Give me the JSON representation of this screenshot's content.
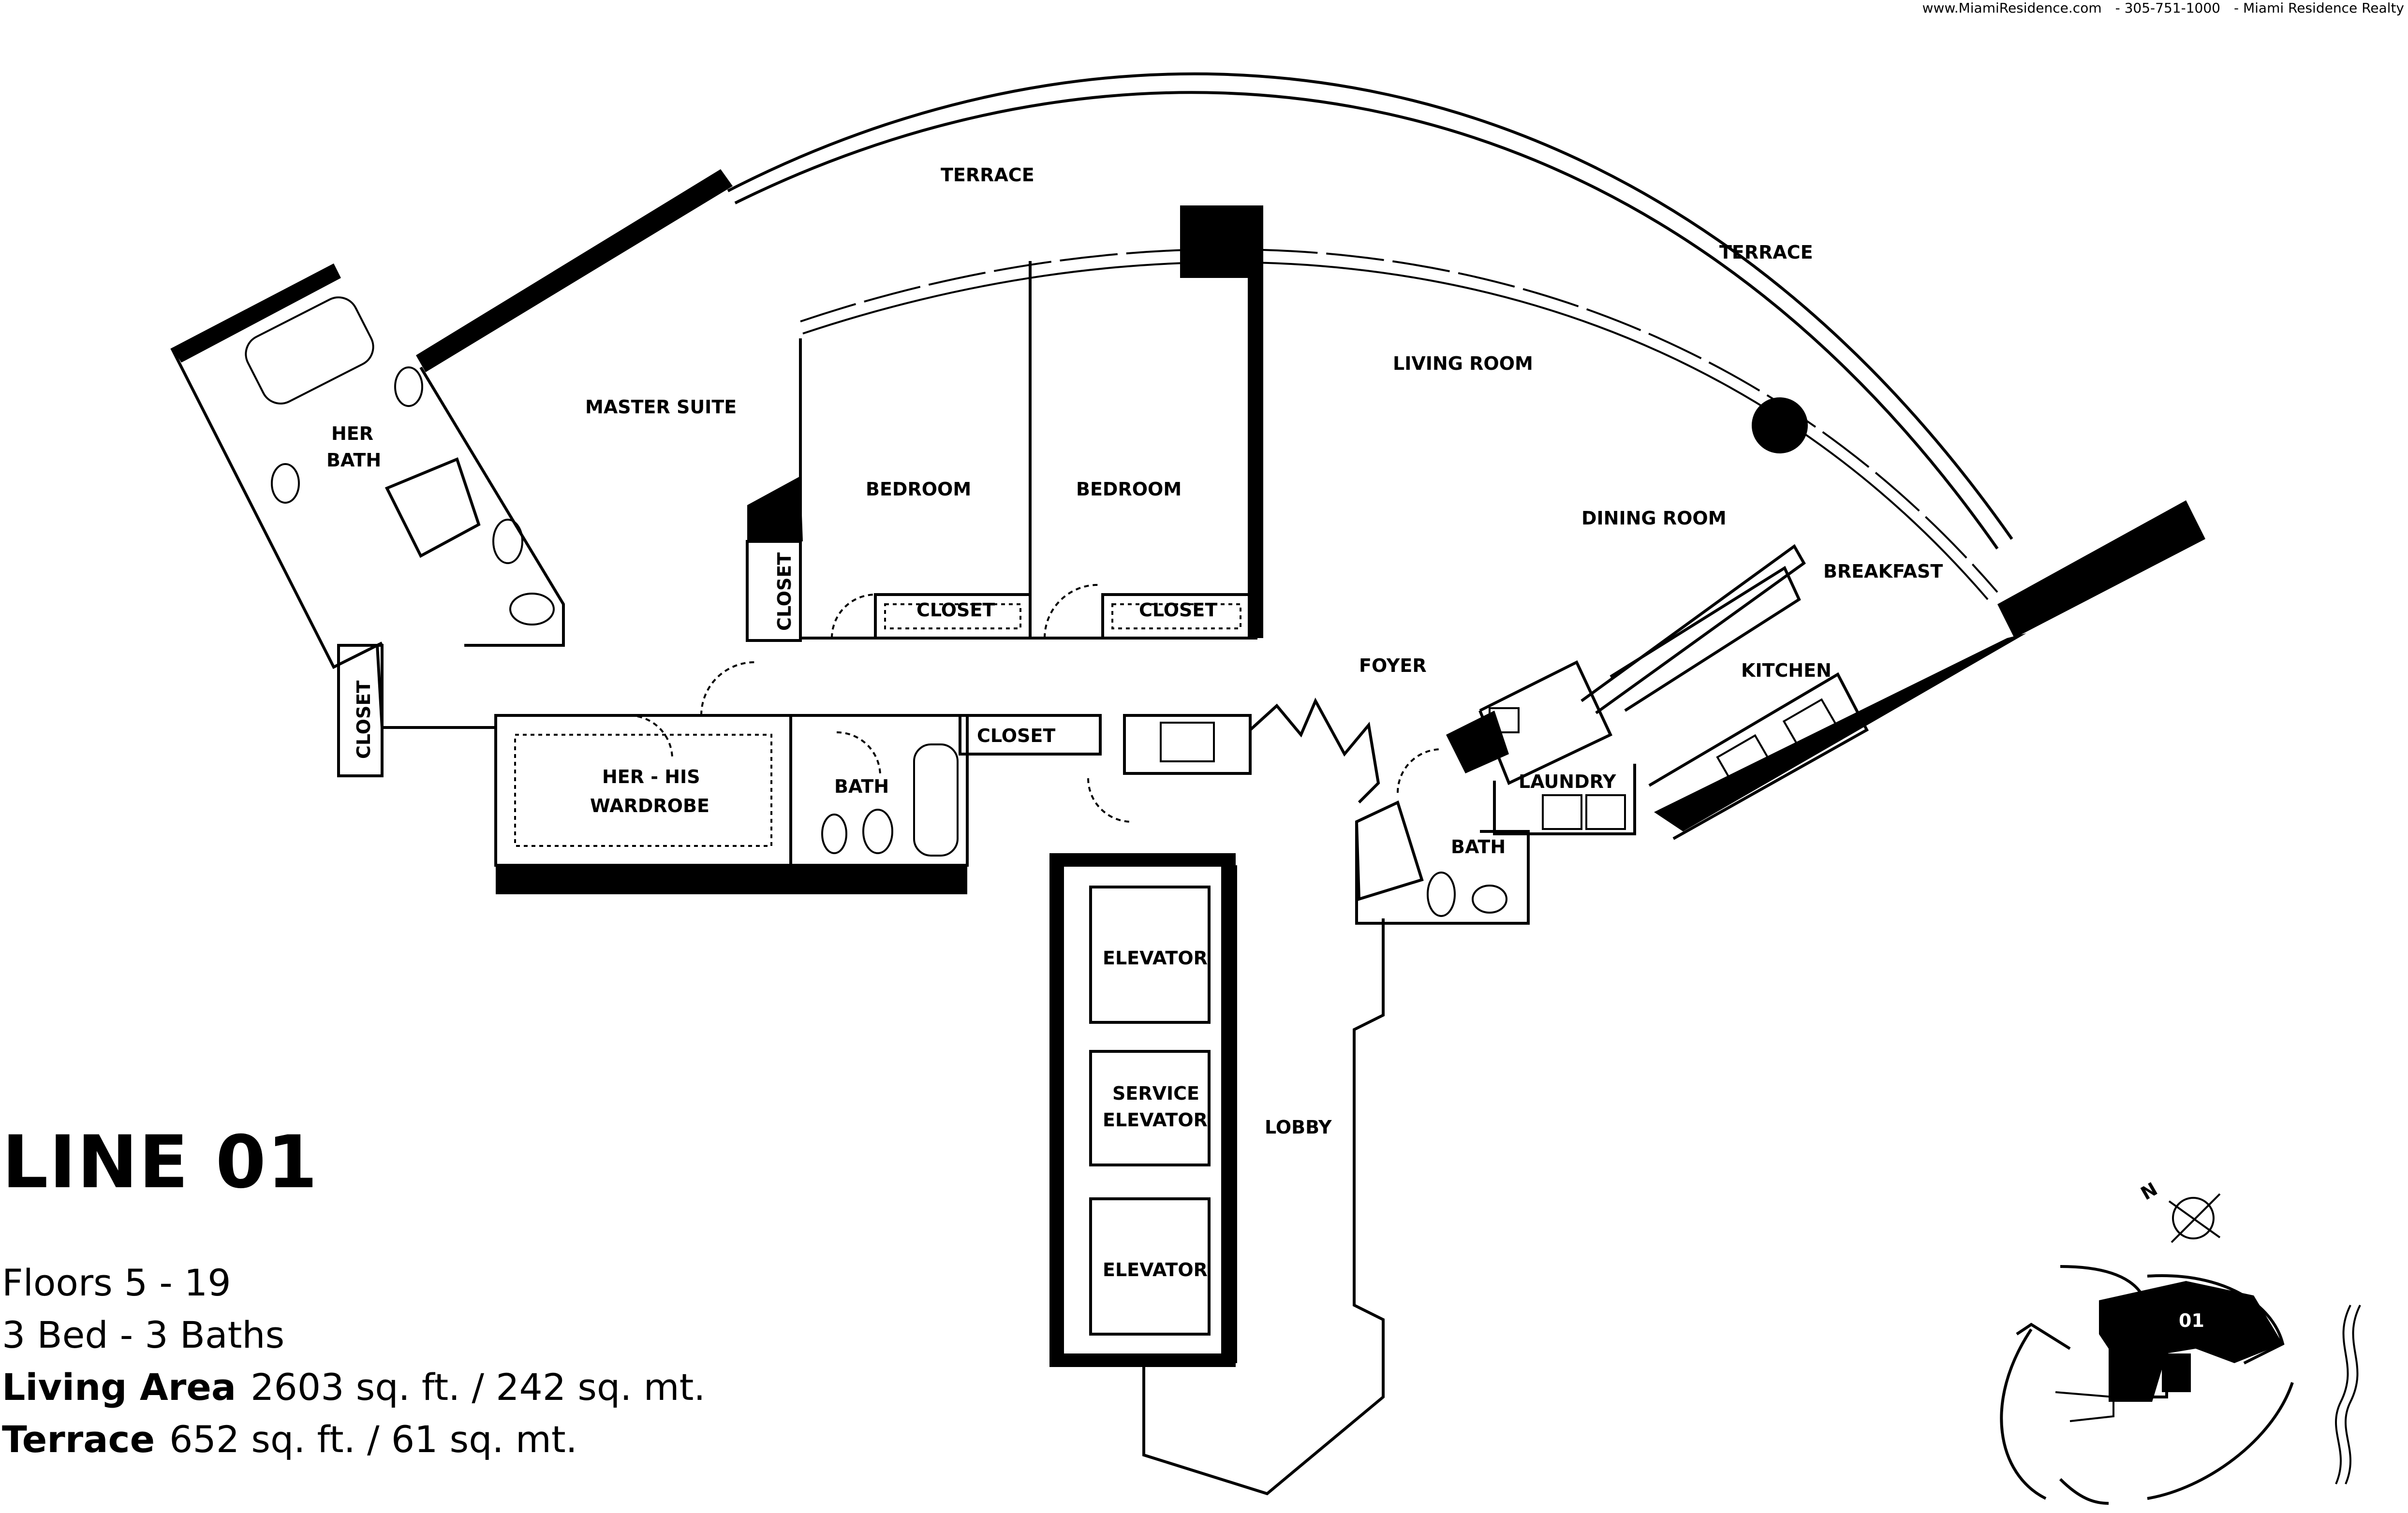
{
  "header": {
    "website": "www.MiamiResidence.com",
    "phone": "- 305-751-1000",
    "company": "- Miami Residence Realty"
  },
  "unit": {
    "title": "LINE 01",
    "floors": "Floors 5 - 19",
    "beds_baths": "3 Bed - 3 Baths",
    "living_area_label": "Living Area",
    "living_area_value": "2603 sq. ft. / 242 sq. mt.",
    "terrace_label": "Terrace",
    "terrace_value": "652 sq. ft. / 61 sq. mt."
  },
  "rooms": {
    "terrace_1": "TERRACE",
    "terrace_2": "TERRACE",
    "master_suite": "MASTER SUITE",
    "her_bath_1": "HER",
    "her_bath_2": "BATH",
    "living_room": "LIVING ROOM",
    "dining_room": "DINING ROOM",
    "breakfast": "BREAKFAST",
    "kitchen": "KITCHEN",
    "bedroom_1": "BEDROOM",
    "bedroom_2": "BEDROOM",
    "closet_1": "CLOSET",
    "closet_2": "CLOSET",
    "closet_3": "CLOSET",
    "closet_4": "CLOSET",
    "closet_5": "CLOSET",
    "foyer": "FOYER",
    "laundry": "LAUNDRY",
    "bath_1": "BATH",
    "bath_2": "BATH",
    "wardrobe_1": "HER - HIS",
    "wardrobe_2": "WARDROBE",
    "elevator_1": "ELEVATOR",
    "service_elevator_1": "SERVICE",
    "service_elevator_2": "ELEVATOR",
    "elevator_2": "ELEVATOR",
    "lobby": "LOBBY"
  },
  "key_plan": {
    "unit_number": "01",
    "north_label": "N"
  }
}
